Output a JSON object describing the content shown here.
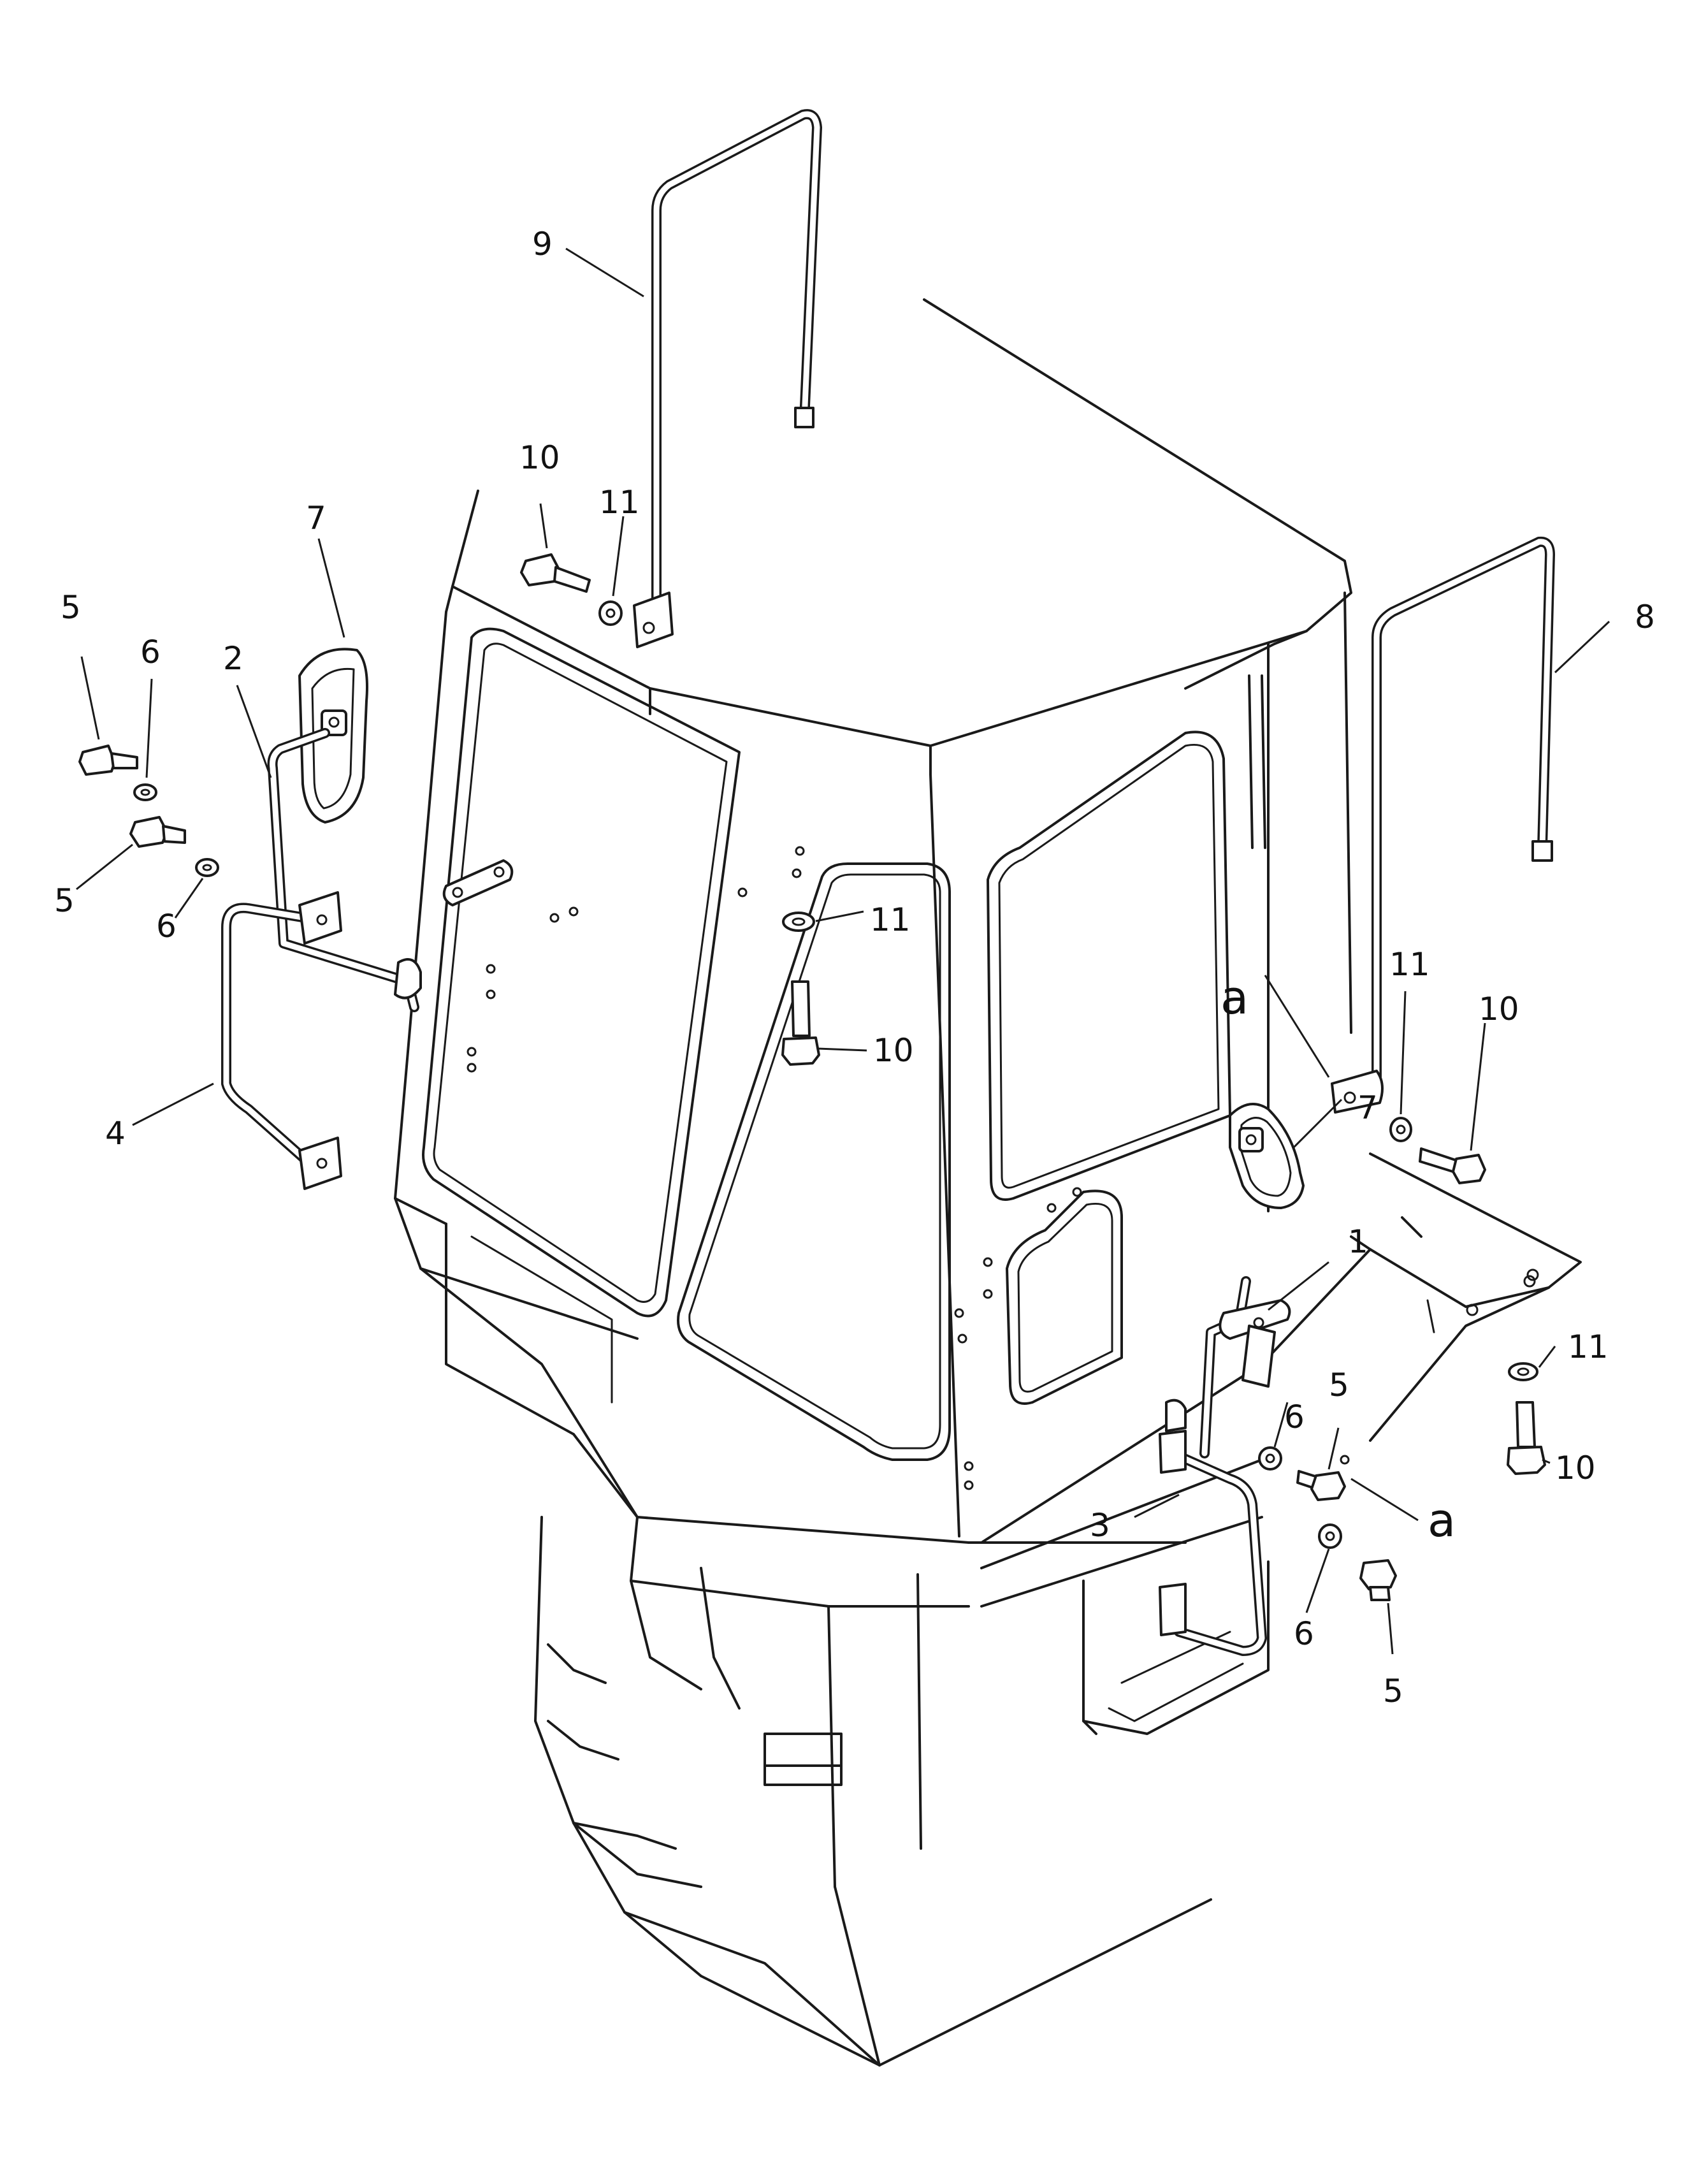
{
  "diagram": {
    "callouts": [
      {
        "id": "c1",
        "text": "1"
      },
      {
        "id": "c2",
        "text": "2"
      },
      {
        "id": "c3",
        "text": "3"
      },
      {
        "id": "c4",
        "text": "4"
      },
      {
        "id": "c5a",
        "text": "5"
      },
      {
        "id": "c5b",
        "text": "5"
      },
      {
        "id": "c5c",
        "text": "5"
      },
      {
        "id": "c5d",
        "text": "5"
      },
      {
        "id": "c6a",
        "text": "6"
      },
      {
        "id": "c6b",
        "text": "6"
      },
      {
        "id": "c6c",
        "text": "6"
      },
      {
        "id": "c6d",
        "text": "6"
      },
      {
        "id": "c7a",
        "text": "7"
      },
      {
        "id": "c7b",
        "text": "7"
      },
      {
        "id": "c8",
        "text": "8"
      },
      {
        "id": "c9",
        "text": "9"
      },
      {
        "id": "c10a",
        "text": "10"
      },
      {
        "id": "c10b",
        "text": "10"
      },
      {
        "id": "c10c",
        "text": "10"
      },
      {
        "id": "c10d",
        "text": "10"
      },
      {
        "id": "c11a",
        "text": "11"
      },
      {
        "id": "c11b",
        "text": "11"
      },
      {
        "id": "c11c",
        "text": "11"
      },
      {
        "id": "c11d",
        "text": "11"
      },
      {
        "id": "ca1",
        "text": "a"
      },
      {
        "id": "ca2",
        "text": "a"
      }
    ]
  }
}
